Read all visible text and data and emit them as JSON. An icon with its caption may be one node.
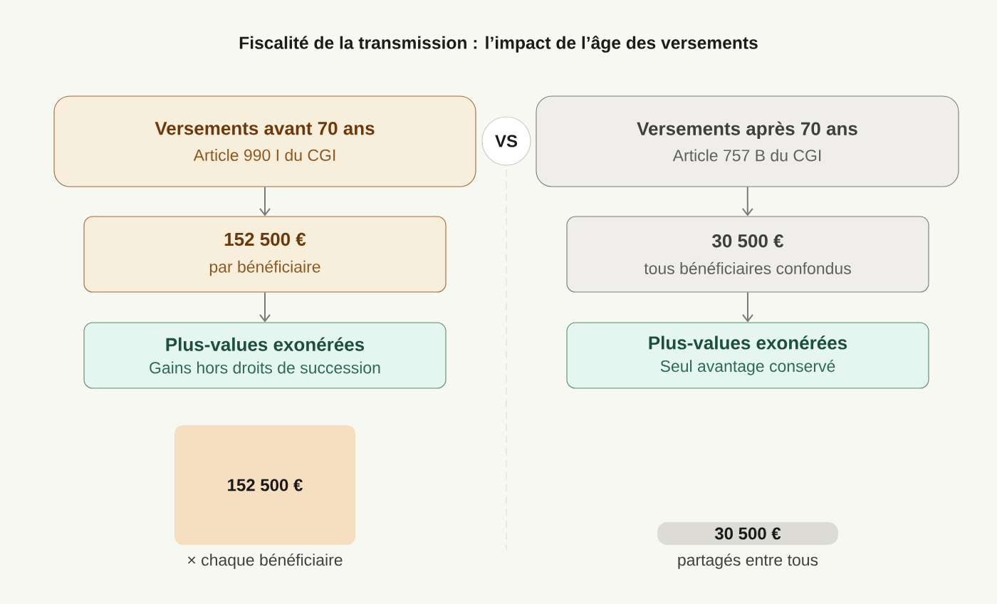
{
  "diagram": {
    "title": "Fiscalité de la transmission : l’impact de l’âge des versements",
    "nodes": [
      {
        "text": [
          "Versements avant 70 ans",
          "Article 990 I du CGI"
        ]
      },
      {
        "text": [
          "VS"
        ]
      },
      {
        "text": [
          "Versements après 70 ans",
          "Article 757 B du CGI"
        ]
      },
      {
        "text": [
          "152 500 €",
          "par bénéficiaire"
        ]
      },
      {
        "text": [
          "30 500 €",
          "tous bénéficiaires confondus"
        ]
      },
      {
        "text": [
          "Plus-values exonérées",
          "Gains hors droits de succession"
        ]
      },
      {
        "text": [
          "Plus-values exonérées",
          "Seul avantage conservé"
        ]
      },
      {
        "text": [
          "152 500 €"
        ],
        "beside": [
          "× chaque bénéficiaire"
        ]
      },
      {
        "text": [
          "30 500 €"
        ],
        "beside": [
          "partagés entre tous"
        ]
      }
    ],
    "edges": [
      {
        "from": 0,
        "to": 3,
        "arrow": "to"
      },
      {
        "from": 3,
        "to": 5,
        "arrow": "to"
      },
      {
        "from": 2,
        "to": 4,
        "arrow": "to"
      },
      {
        "from": 4,
        "to": 6,
        "arrow": "to"
      }
    ]
  }
}
